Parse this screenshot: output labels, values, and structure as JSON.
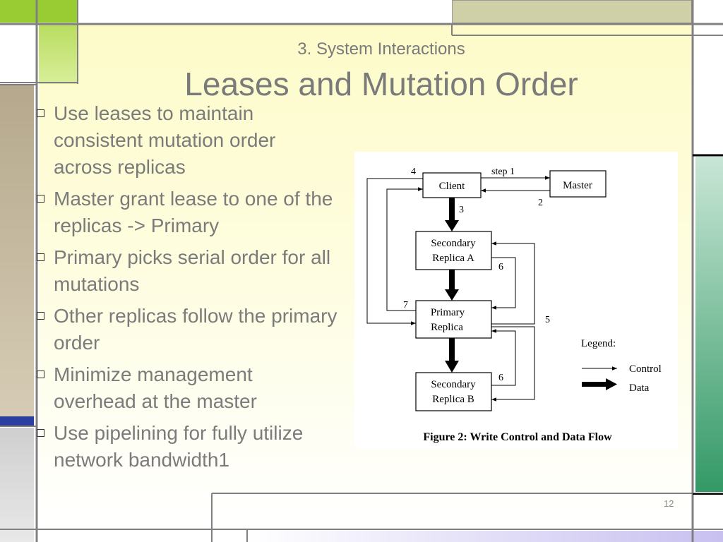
{
  "slide": {
    "subtitle": "3. System Interactions",
    "title": "Leases and Mutation Order",
    "bullets": [
      "Use leases to maintain consistent mutation order across replicas",
      "Master grant lease to one of the replicas -> Primary",
      "Primary picks serial order for all mutations",
      "Other replicas follow the primary order",
      "Minimize management overhead at the master",
      "Use pipelining for fully utilize network bandwidth1"
    ],
    "page_number": "12"
  },
  "figure": {
    "nodes": {
      "client": "Client",
      "master": "Master",
      "secondary_a_line1": "Secondary",
      "secondary_a_line2": "Replica A",
      "primary_line1": "Primary",
      "primary_line2": "Replica",
      "secondary_b_line1": "Secondary",
      "secondary_b_line2": "Replica B"
    },
    "labels": {
      "step1": "step 1",
      "n2": "2",
      "n3": "3",
      "n4": "4",
      "n5": "5",
      "n6a": "6",
      "n6b": "6",
      "n7": "7"
    },
    "legend": {
      "title": "Legend:",
      "control": "Control",
      "data": "Data"
    },
    "caption": "Figure 2: Write Control and Data Flow"
  },
  "colors": {
    "accent_green": "#99cc33",
    "olive_block": "#cfcfa8",
    "tan_block": "#c2b59a",
    "teal_block": "#339966",
    "navy_block": "#2a3f9f",
    "frame_gray": "#808080"
  }
}
